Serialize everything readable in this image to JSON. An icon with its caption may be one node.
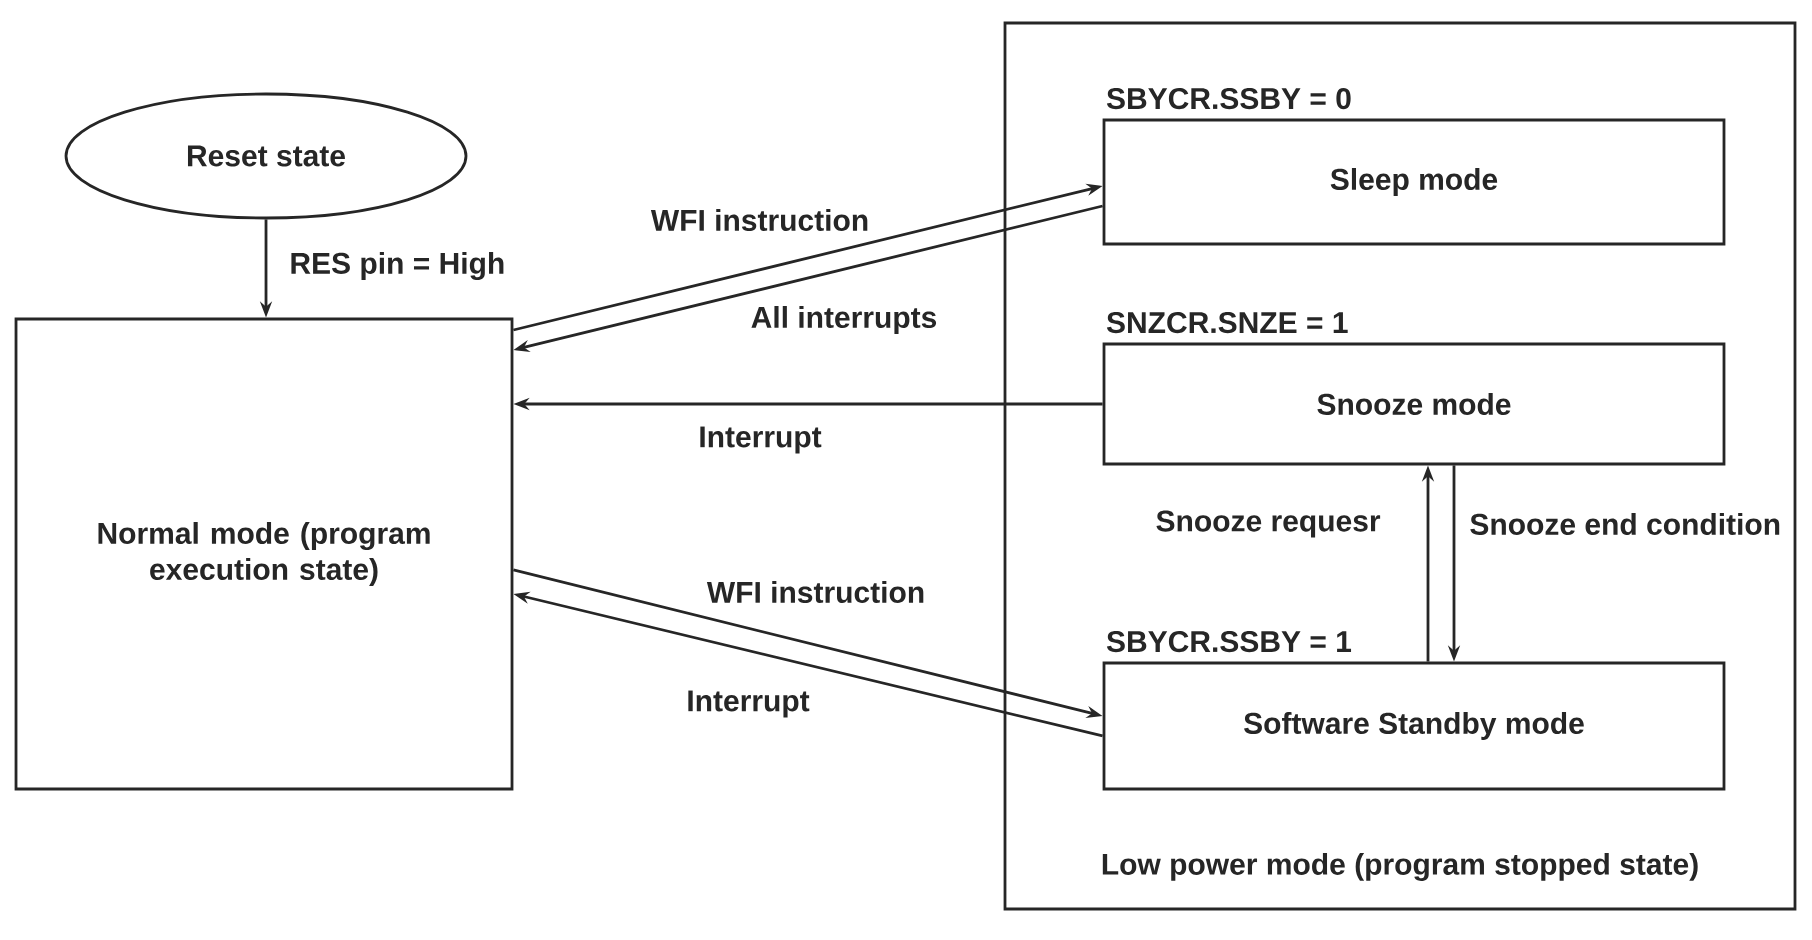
{
  "diagram": {
    "nodes": [
      {
        "text": [
          "Reset state"
        ]
      },
      {
        "text": [
          "Normal mode (program execution state)"
        ]
      },
      {
        "text": [
          "Low power mode (program stopped state)"
        ]
      },
      {
        "text": [
          "Sleep mode"
        ],
        "in": 2,
        "beside": [
          "SBYCR.SSBY = 0"
        ]
      },
      {
        "text": [
          "Snooze mode"
        ],
        "in": 2,
        "beside": [
          "SNZCR.SNZE = 1"
        ]
      },
      {
        "text": [
          "Software Standby mode"
        ],
        "in": 2,
        "beside": [
          "SBYCR.SSBY = 1"
        ]
      }
    ],
    "edges": [
      {
        "from": 0,
        "to": 1,
        "arrow": "to",
        "label": "RES pin = High"
      },
      {
        "from": 1,
        "to": 3,
        "arrow": "to",
        "label": "WFI instruction"
      },
      {
        "from": 3,
        "to": 1,
        "arrow": "to",
        "label": "All interrupts"
      },
      {
        "from": 4,
        "to": 1,
        "arrow": "to",
        "label": "Interrupt"
      },
      {
        "from": 1,
        "to": 5,
        "arrow": "to",
        "label": "WFI instruction"
      },
      {
        "from": 5,
        "to": 1,
        "arrow": "to",
        "label": "Interrupt"
      },
      {
        "from": 5,
        "to": 4,
        "arrow": "to",
        "label": "Snooze requesr"
      },
      {
        "from": 4,
        "to": 5,
        "arrow": "to",
        "label": "Snooze end condition"
      }
    ]
  }
}
